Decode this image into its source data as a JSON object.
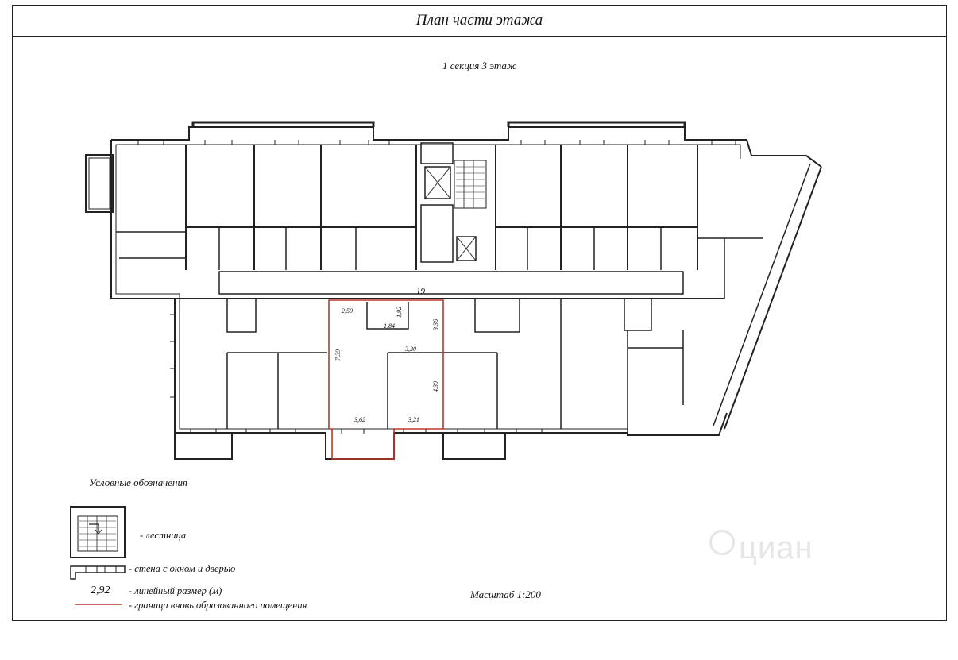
{
  "header": {
    "title": "План части этажа",
    "subtitle": "1 секция 3 этаж"
  },
  "plan": {
    "corridor_number": "19",
    "dimensions": {
      "d1": "2,50",
      "d2": "1,92",
      "d3": "1,84",
      "d4": "3,36",
      "d5": "3,30",
      "d6": "7,39",
      "d7": "4,30",
      "d8": "3,62",
      "d9": "3,21"
    }
  },
  "legend": {
    "title": "Условные обозначения",
    "stairs": "- лестница",
    "wall": "- стена с окном и дверью",
    "dimension_sample": "2,92",
    "dimension": "- линейный размер (м)",
    "boundary": "- граница вновь образованного помещения",
    "boundary_color": "#c0392b"
  },
  "footer": {
    "scale": "Масштаб 1:200"
  },
  "watermark": "циан"
}
